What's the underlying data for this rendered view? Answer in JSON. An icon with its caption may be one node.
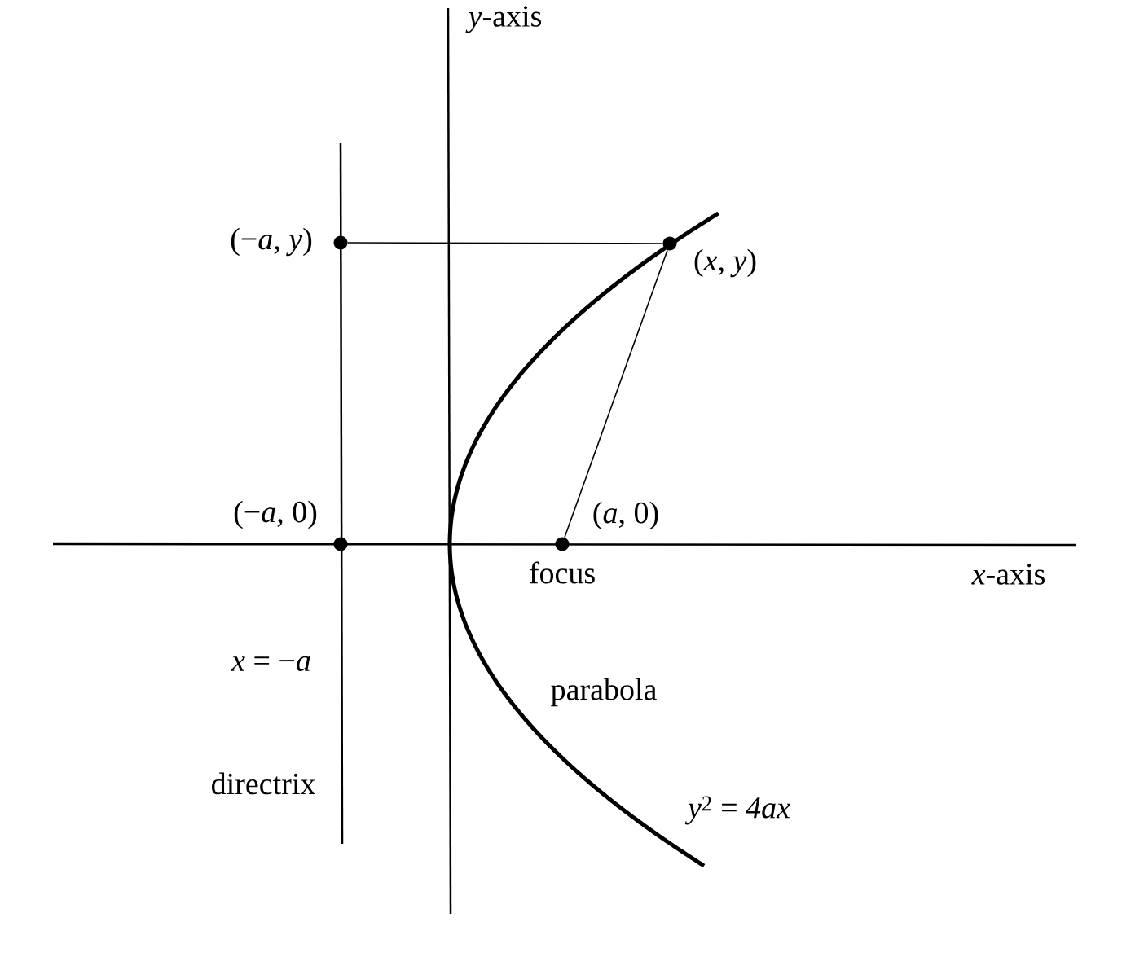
{
  "diagram": {
    "nodes": [
      {
        "text": [],
        "shape": "circle",
        "beside": [
          "(−*a*, *y*)"
        ]
      },
      {
        "text": [],
        "shape": "circle",
        "beside": [
          "(*x*, *y*)"
        ]
      },
      {
        "text": [],
        "shape": "circle",
        "beside": [
          "(*a*, 0)",
          "focus"
        ]
      },
      {
        "text": [],
        "shape": "circle",
        "beside": [
          "(−*a*, 0)"
        ]
      }
    ],
    "edges": [
      {
        "from": 0,
        "to": 1,
        "arrow": "none"
      },
      {
        "from": 1,
        "to": 2,
        "arrow": "none"
      }
    ],
    "labels": [
      "*y*-axis",
      "*x*-axis",
      "*x* = −*a*",
      "directrix",
      "parabola",
      "*y*$^{2}$ = *4ax*"
    ]
  }
}
